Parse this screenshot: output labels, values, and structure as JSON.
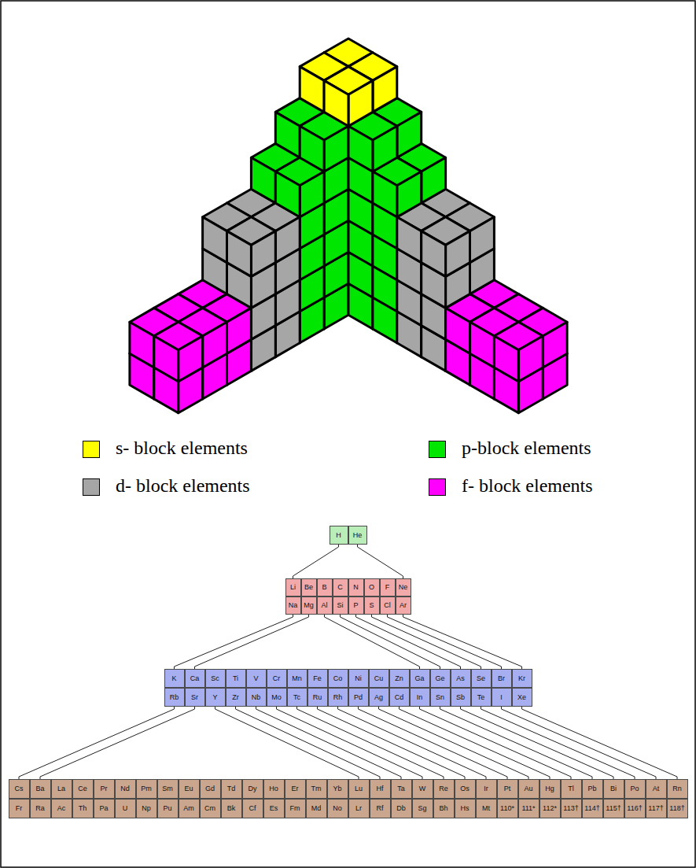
{
  "diagram": {
    "nodes": [
      {
        "text": [
          "H"
        ]
      },
      {
        "text": [
          "He"
        ]
      },
      {
        "text": [
          "Li"
        ]
      },
      {
        "text": [
          "Be"
        ]
      },
      {
        "text": [
          "B"
        ]
      },
      {
        "text": [
          "C"
        ]
      },
      {
        "text": [
          "N"
        ]
      },
      {
        "text": [
          "O"
        ]
      },
      {
        "text": [
          "F"
        ]
      },
      {
        "text": [
          "Ne"
        ]
      },
      {
        "text": [
          "Na"
        ]
      },
      {
        "text": [
          "Mg"
        ]
      },
      {
        "text": [
          "Al"
        ]
      },
      {
        "text": [
          "Si"
        ]
      },
      {
        "text": [
          "P"
        ]
      },
      {
        "text": [
          "S"
        ]
      },
      {
        "text": [
          "Cl"
        ]
      },
      {
        "text": [
          "Ar"
        ]
      },
      {
        "text": [
          "K"
        ]
      },
      {
        "text": [
          "Ca"
        ]
      },
      {
        "text": [
          "Sc"
        ]
      },
      {
        "text": [
          "Ti"
        ]
      },
      {
        "text": [
          "V"
        ]
      },
      {
        "text": [
          "Cr"
        ]
      },
      {
        "text": [
          "Mn"
        ]
      },
      {
        "text": [
          "Fe"
        ]
      },
      {
        "text": [
          "Co"
        ]
      },
      {
        "text": [
          "Ni"
        ]
      },
      {
        "text": [
          "Cu"
        ]
      },
      {
        "text": [
          "Zn"
        ]
      },
      {
        "text": [
          "Ga"
        ]
      },
      {
        "text": [
          "Ge"
        ]
      },
      {
        "text": [
          "As"
        ]
      },
      {
        "text": [
          "Se"
        ]
      },
      {
        "text": [
          "Br"
        ]
      },
      {
        "text": [
          "Kr"
        ]
      },
      {
        "text": [
          "Rb"
        ]
      },
      {
        "text": [
          "Sr"
        ]
      },
      {
        "text": [
          "Y"
        ]
      },
      {
        "text": [
          "Zr"
        ]
      },
      {
        "text": [
          "Nb"
        ]
      },
      {
        "text": [
          "Mo"
        ]
      },
      {
        "text": [
          "Tc"
        ]
      },
      {
        "text": [
          "Ru"
        ]
      },
      {
        "text": [
          "Rh"
        ]
      },
      {
        "text": [
          "Pd"
        ]
      },
      {
        "text": [
          "Ag"
        ]
      },
      {
        "text": [
          "Cd"
        ]
      },
      {
        "text": [
          "In"
        ]
      },
      {
        "text": [
          "Sn"
        ]
      },
      {
        "text": [
          "Sb"
        ]
      },
      {
        "text": [
          "Te"
        ]
      },
      {
        "text": [
          "I"
        ]
      },
      {
        "text": [
          "Xe"
        ]
      },
      {
        "text": [
          "Cs"
        ]
      },
      {
        "text": [
          "Ba"
        ]
      },
      {
        "text": [
          "La"
        ]
      },
      {
        "text": [
          "Ce"
        ]
      },
      {
        "text": [
          "Pr"
        ]
      },
      {
        "text": [
          "Nd"
        ]
      },
      {
        "text": [
          "Pm"
        ]
      },
      {
        "text": [
          "Sm"
        ]
      },
      {
        "text": [
          "Eu"
        ]
      },
      {
        "text": [
          "Gd"
        ]
      },
      {
        "text": [
          "Td"
        ]
      },
      {
        "text": [
          "Dy"
        ]
      },
      {
        "text": [
          "Ho"
        ]
      },
      {
        "text": [
          "Er"
        ]
      },
      {
        "text": [
          "Tm"
        ]
      },
      {
        "text": [
          "Yb"
        ]
      },
      {
        "text": [
          "Lu"
        ]
      },
      {
        "text": [
          "Hf"
        ]
      },
      {
        "text": [
          "Ta"
        ]
      },
      {
        "text": [
          "W"
        ]
      },
      {
        "text": [
          "Re"
        ]
      },
      {
        "text": [
          "Os"
        ]
      },
      {
        "text": [
          "Ir"
        ]
      },
      {
        "text": [
          "Pt"
        ]
      },
      {
        "text": [
          "Au"
        ]
      },
      {
        "text": [
          "Hg"
        ]
      },
      {
        "text": [
          "Tl"
        ]
      },
      {
        "text": [
          "Pb"
        ]
      },
      {
        "text": [
          "Bi"
        ]
      },
      {
        "text": [
          "Po"
        ]
      },
      {
        "text": [
          "At"
        ]
      },
      {
        "text": [
          "Rn"
        ]
      },
      {
        "text": [
          "Fr"
        ]
      },
      {
        "text": [
          "Ra"
        ]
      },
      {
        "text": [
          "Ac"
        ]
      },
      {
        "text": [
          "Th"
        ]
      },
      {
        "text": [
          "Pa"
        ]
      },
      {
        "text": [
          "U"
        ]
      },
      {
        "text": [
          "Np"
        ]
      },
      {
        "text": [
          "Pu"
        ]
      },
      {
        "text": [
          "Am"
        ]
      },
      {
        "text": [
          "Cm"
        ]
      },
      {
        "text": [
          "Bk"
        ]
      },
      {
        "text": [
          "Cf"
        ]
      },
      {
        "text": [
          "Es"
        ]
      },
      {
        "text": [
          "Fm"
        ]
      },
      {
        "text": [
          "Md"
        ]
      },
      {
        "text": [
          "No"
        ]
      },
      {
        "text": [
          "Lr"
        ]
      },
      {
        "text": [
          "Rf"
        ]
      },
      {
        "text": [
          "Db"
        ]
      },
      {
        "text": [
          "Sg"
        ]
      },
      {
        "text": [
          "Bh"
        ]
      },
      {
        "text": [
          "Hs"
        ]
      },
      {
        "text": [
          "Mt"
        ]
      },
      {
        "text": [
          "110*"
        ]
      },
      {
        "text": [
          "111*"
        ]
      },
      {
        "text": [
          "112*"
        ]
      },
      {
        "text": [
          "113†"
        ]
      },
      {
        "text": [
          "114†"
        ]
      },
      {
        "text": [
          "115†"
        ]
      },
      {
        "text": [
          "116†"
        ]
      },
      {
        "text": [
          "117†"
        ]
      },
      {
        "text": [
          "118†"
        ]
      }
    ],
    "edges": [
      {
        "from": 0,
        "to": 2,
        "arrow": "none"
      },
      {
        "from": 1,
        "to": 9,
        "arrow": "none"
      },
      {
        "from": 10,
        "to": 18,
        "arrow": "none"
      },
      {
        "from": 11,
        "to": 19,
        "arrow": "none"
      },
      {
        "from": 12,
        "to": 30,
        "arrow": "none"
      },
      {
        "from": 13,
        "to": 31,
        "arrow": "none"
      },
      {
        "from": 14,
        "to": 32,
        "arrow": "none"
      },
      {
        "from": 15,
        "to": 33,
        "arrow": "none"
      },
      {
        "from": 16,
        "to": 34,
        "arrow": "none"
      },
      {
        "from": 17,
        "to": 35,
        "arrow": "none"
      },
      {
        "from": 36,
        "to": 54,
        "arrow": "none"
      },
      {
        "from": 37,
        "to": 55,
        "arrow": "none"
      },
      {
        "from": 38,
        "to": 70,
        "arrow": "none"
      },
      {
        "from": 39,
        "to": 71,
        "arrow": "none"
      },
      {
        "from": 40,
        "to": 72,
        "arrow": "none"
      },
      {
        "from": 41,
        "to": 73,
        "arrow": "none"
      },
      {
        "from": 42,
        "to": 74,
        "arrow": "none"
      },
      {
        "from": 43,
        "to": 75,
        "arrow": "none"
      },
      {
        "from": 44,
        "to": 76,
        "arrow": "none"
      },
      {
        "from": 45,
        "to": 77,
        "arrow": "none"
      },
      {
        "from": 46,
        "to": 78,
        "arrow": "none"
      },
      {
        "from": 47,
        "to": 79,
        "arrow": "none"
      },
      {
        "from": 48,
        "to": 80,
        "arrow": "none"
      },
      {
        "from": 49,
        "to": 81,
        "arrow": "none"
      },
      {
        "from": 50,
        "to": 82,
        "arrow": "none"
      },
      {
        "from": 51,
        "to": 83,
        "arrow": "none"
      },
      {
        "from": 52,
        "to": 84,
        "arrow": "none"
      },
      {
        "from": 53,
        "to": 85,
        "arrow": "none"
      }
    ],
    "legend": [
      {
        "text": "s- block elements",
        "color": "#ffff00"
      },
      {
        "text": "p-block elements",
        "color": "#00e600"
      },
      {
        "text": "d- block elements",
        "color": "#a6a6a6"
      },
      {
        "text": "f- block elements",
        "color": "#ff00ff"
      }
    ]
  }
}
